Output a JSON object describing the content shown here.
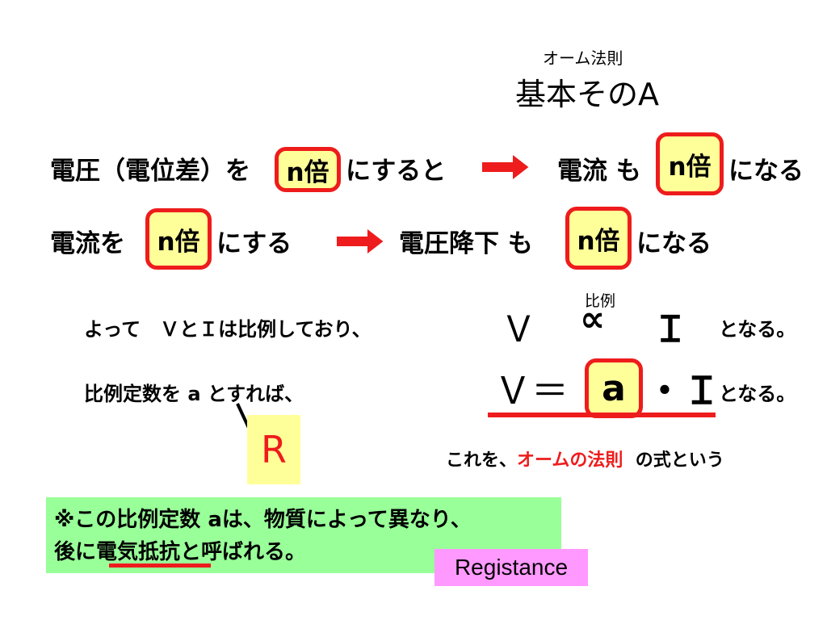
{
  "title": {
    "sub": "オーム法則",
    "main": "基本そのA"
  },
  "row1": {
    "prefix": "電圧（電位差）を",
    "box": "n倍",
    "suffix": "にすると",
    "result_prefix": "電流 も",
    "result_box": "n倍",
    "result_suffix": "になる"
  },
  "row2": {
    "prefix": "電流を",
    "box": "n倍",
    "suffix": "にする",
    "result_prefix": "電圧降下 も",
    "result_box": "n倍",
    "result_suffix": "になる"
  },
  "proportion": {
    "text": "よって　ＶとＩは比例しており、",
    "label": "比例",
    "v": "Ｖ",
    "symbol": "∝",
    "i": "Ｉ",
    "suffix": "となる。"
  },
  "equation": {
    "text": "比例定数を a とすれば、",
    "lhs": "Ｖ＝",
    "a": "a",
    "rhs": "・Ｉ",
    "suffix": "となる。",
    "r_label": "R"
  },
  "ohm": {
    "prefix": "これを、",
    "law": "オームの法則",
    "suffix": "の式という"
  },
  "note": {
    "line1": "※この比例定数 aは、物質によって異なり、",
    "line2_prefix": "後に",
    "line2_term": "電気抵抗",
    "line2_suffix": "と呼ばれる。"
  },
  "registance": "Registance",
  "colors": {
    "accent": "#ee1c1c",
    "box_yellow": "#ffff99",
    "note_green": "#99ff99",
    "label_pink": "#ff99ff"
  }
}
